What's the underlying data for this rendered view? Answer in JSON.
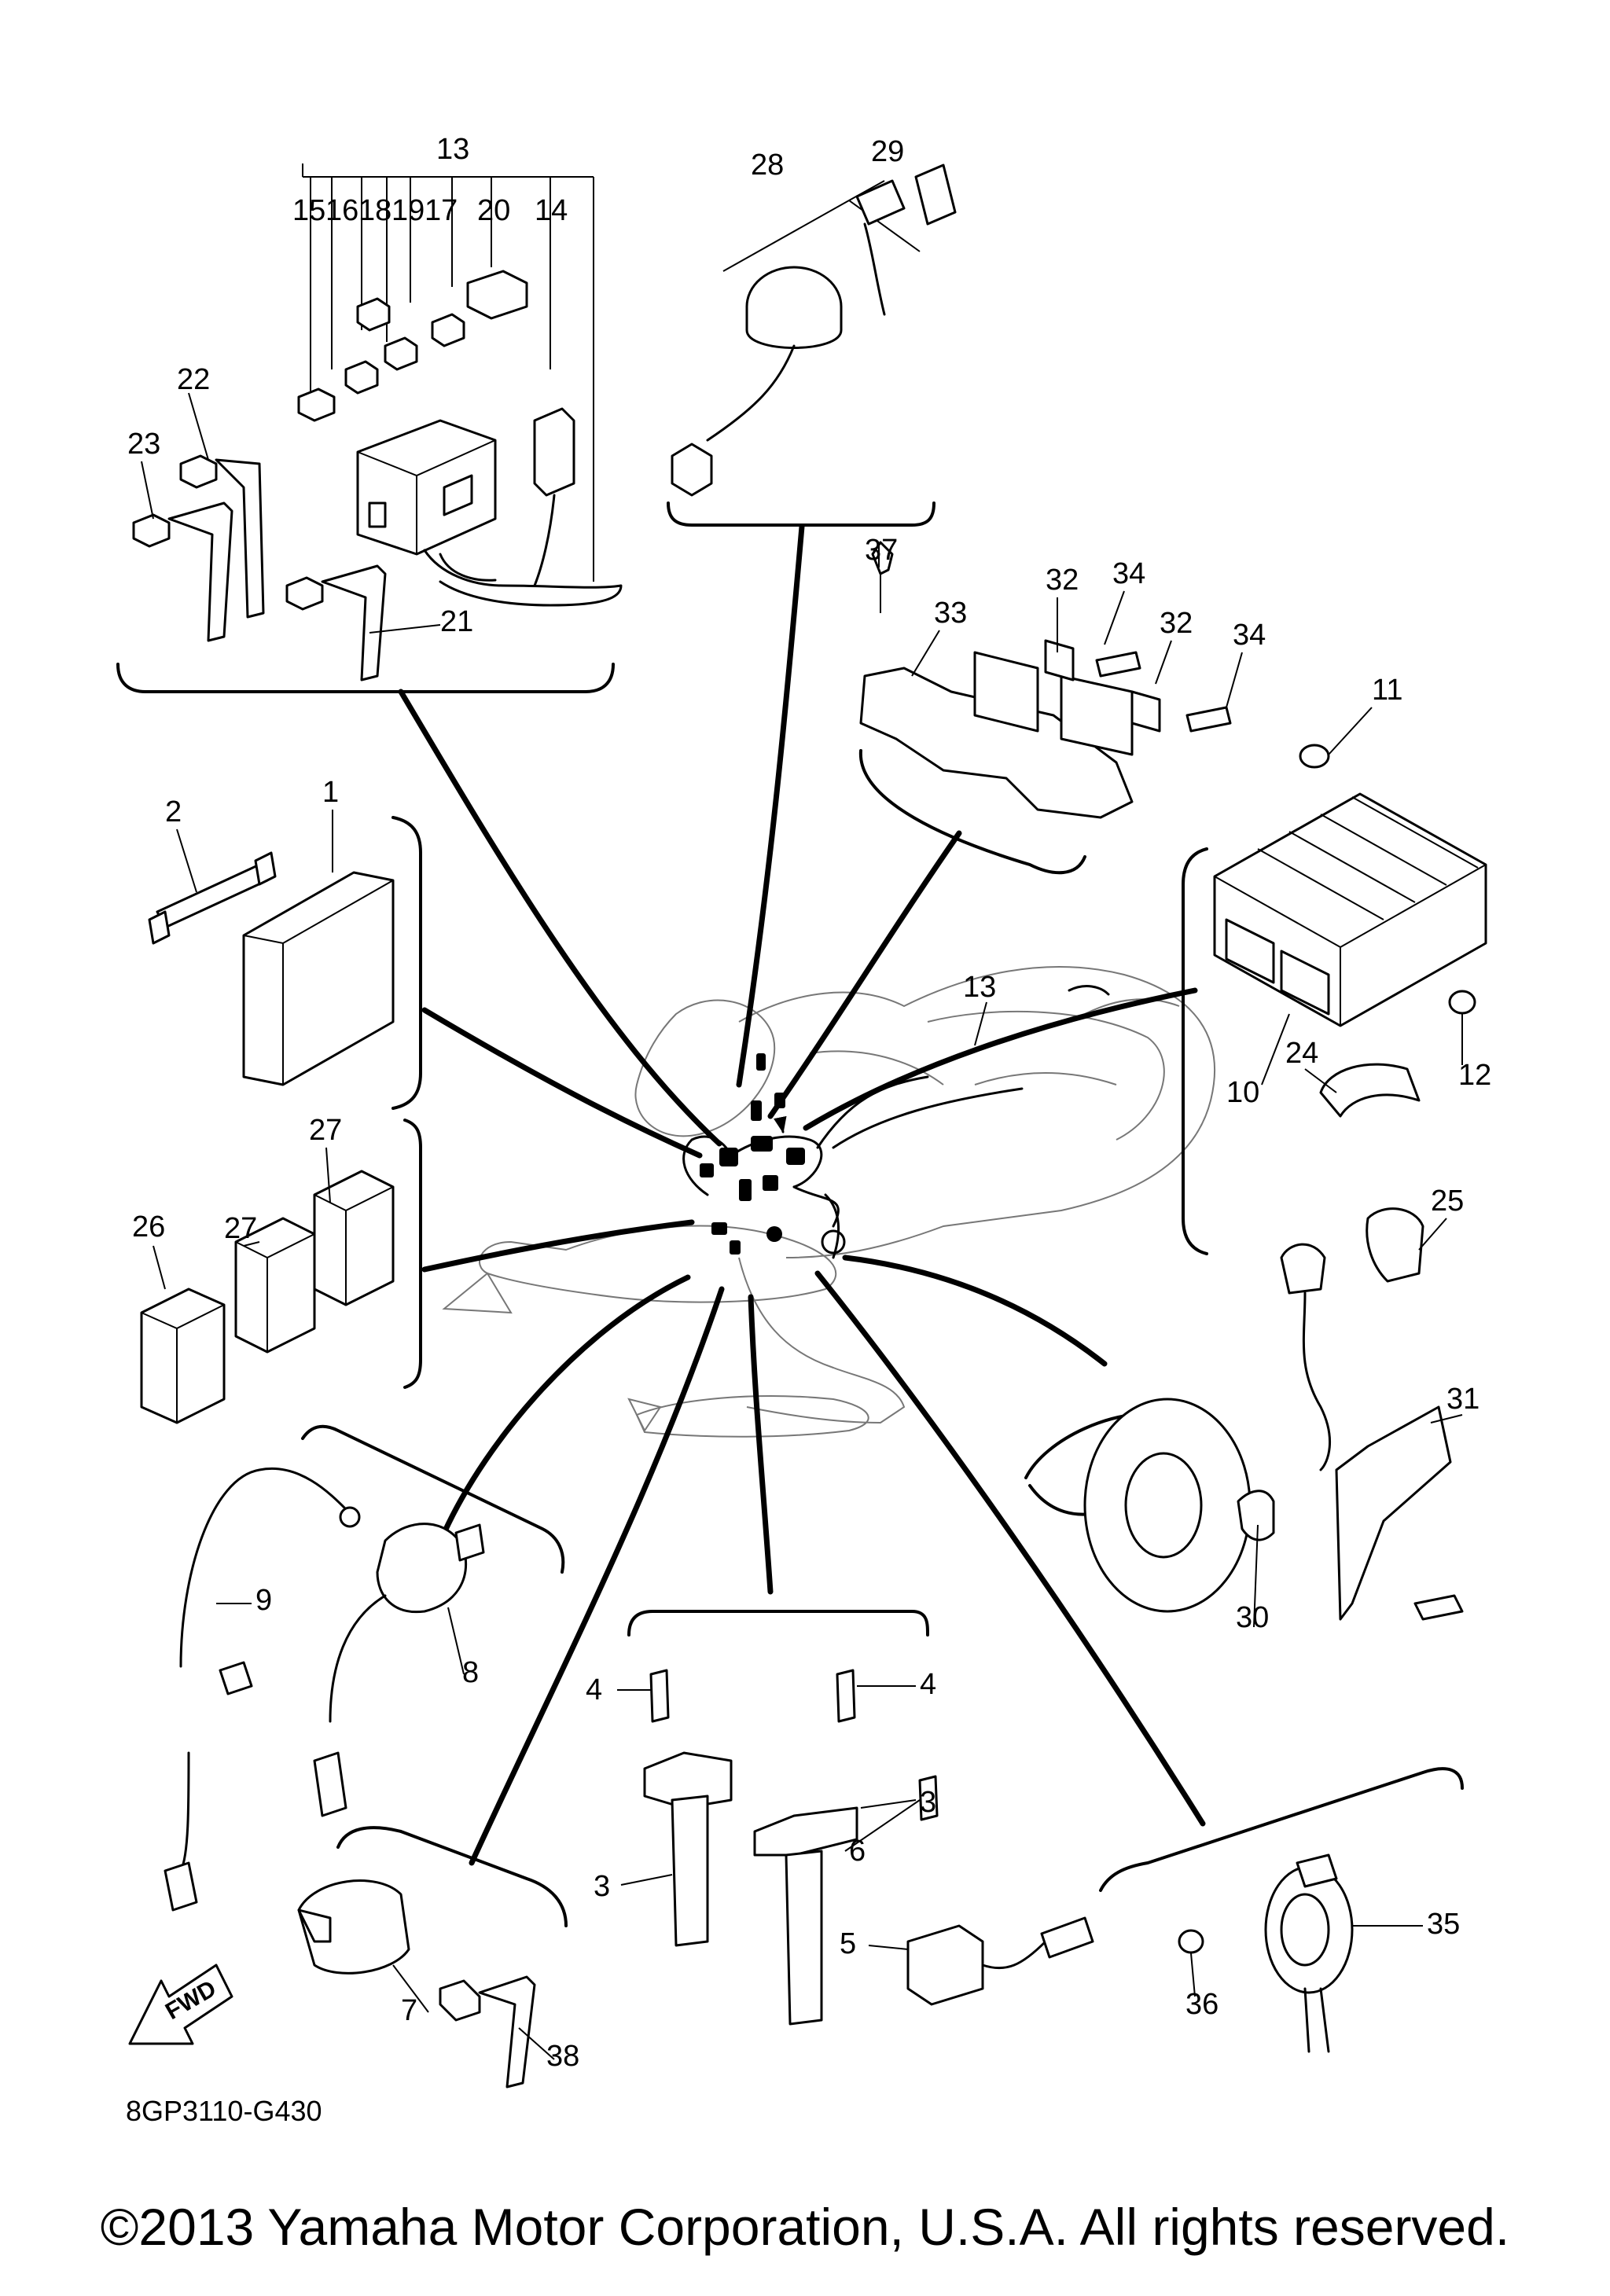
{
  "diagram": {
    "part_labels": [
      "1",
      "2",
      "3",
      "3",
      "4",
      "4",
      "5",
      "6",
      "7",
      "8",
      "9",
      "10",
      "11",
      "12",
      "13",
      "13",
      "14",
      "15",
      "16",
      "18",
      "19",
      "17",
      "20",
      "21",
      "22",
      "23",
      "24",
      "25",
      "26",
      "27",
      "27",
      "28",
      "29",
      "30",
      "31",
      "32",
      "32",
      "33",
      "34",
      "34",
      "35",
      "36",
      "37",
      "38"
    ],
    "fwd_label": "FWD",
    "diagram_code": "8GP3110-G430",
    "copyright": "©2013 Yamaha Motor Corporation, U.S.A. All rights reserved."
  }
}
